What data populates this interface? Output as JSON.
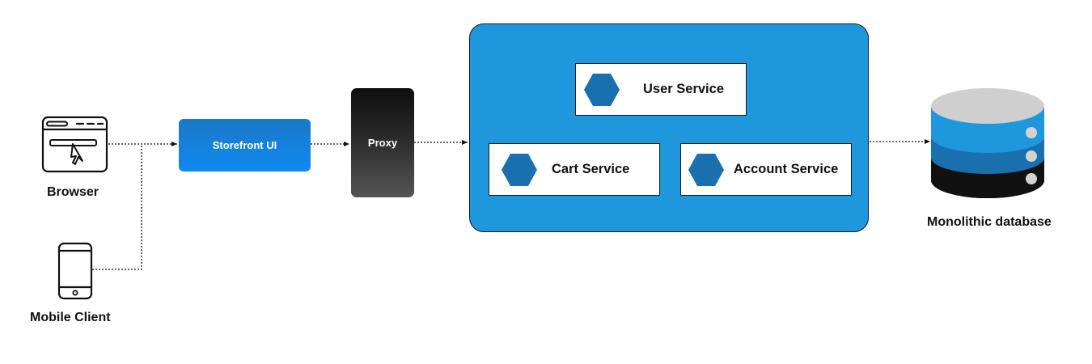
{
  "clients": {
    "browser_label": "Browser",
    "mobile_label": "Mobile Client"
  },
  "gateway": {
    "storefront_label": "Storefront UI",
    "proxy_label": "Proxy"
  },
  "services": {
    "user": "User Service",
    "cart": "Cart Service",
    "account": "Account Service"
  },
  "database": {
    "label": "Monolithic database"
  },
  "colors": {
    "storefront": "#1089f0",
    "services_container": "#1e97dd",
    "hexagon": "#1a6faf",
    "db_top": "#cfcfcf",
    "db_layer1": "#1e97dd",
    "db_layer2": "#1a6faf",
    "db_layer3": "#111111",
    "connector": "#111111"
  }
}
